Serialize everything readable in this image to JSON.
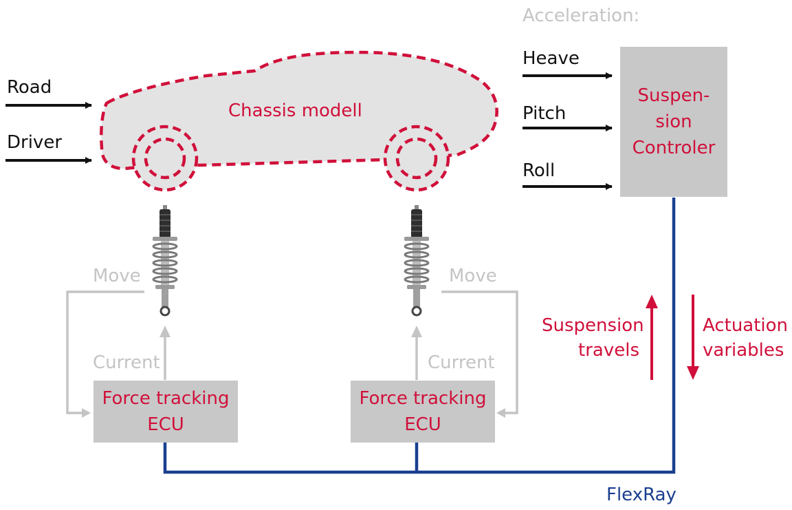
{
  "inputs": {
    "road": "Road",
    "driver": "Driver"
  },
  "acceleration": {
    "title": "Acceleration:",
    "heave": "Heave",
    "pitch": "Pitch",
    "roll": "Roll"
  },
  "chassis": {
    "label": "Chassis modell"
  },
  "controller": {
    "line1": "Suspen-",
    "line2": "sion",
    "line3": "Controler"
  },
  "left_loop": {
    "move": "Move",
    "current": "Current"
  },
  "right_loop": {
    "move": "Move",
    "current": "Current"
  },
  "left_ecu": {
    "line1": "Force tracking",
    "line2": "ECU"
  },
  "right_ecu": {
    "line1": "Force tracking",
    "line2": "ECU"
  },
  "signals": {
    "suspension_travels_1": "Suspension",
    "suspension_travels_2": "travels",
    "actuation_variables_1": "Actuation",
    "actuation_variables_2": "variables"
  },
  "bus": {
    "label": "FlexRay"
  },
  "colors": {
    "accent_red": "#d0103a",
    "bus_blue": "#1a3f8f",
    "box_gray": "#c8c8c8",
    "loop_gray": "#c4c4c4"
  }
}
